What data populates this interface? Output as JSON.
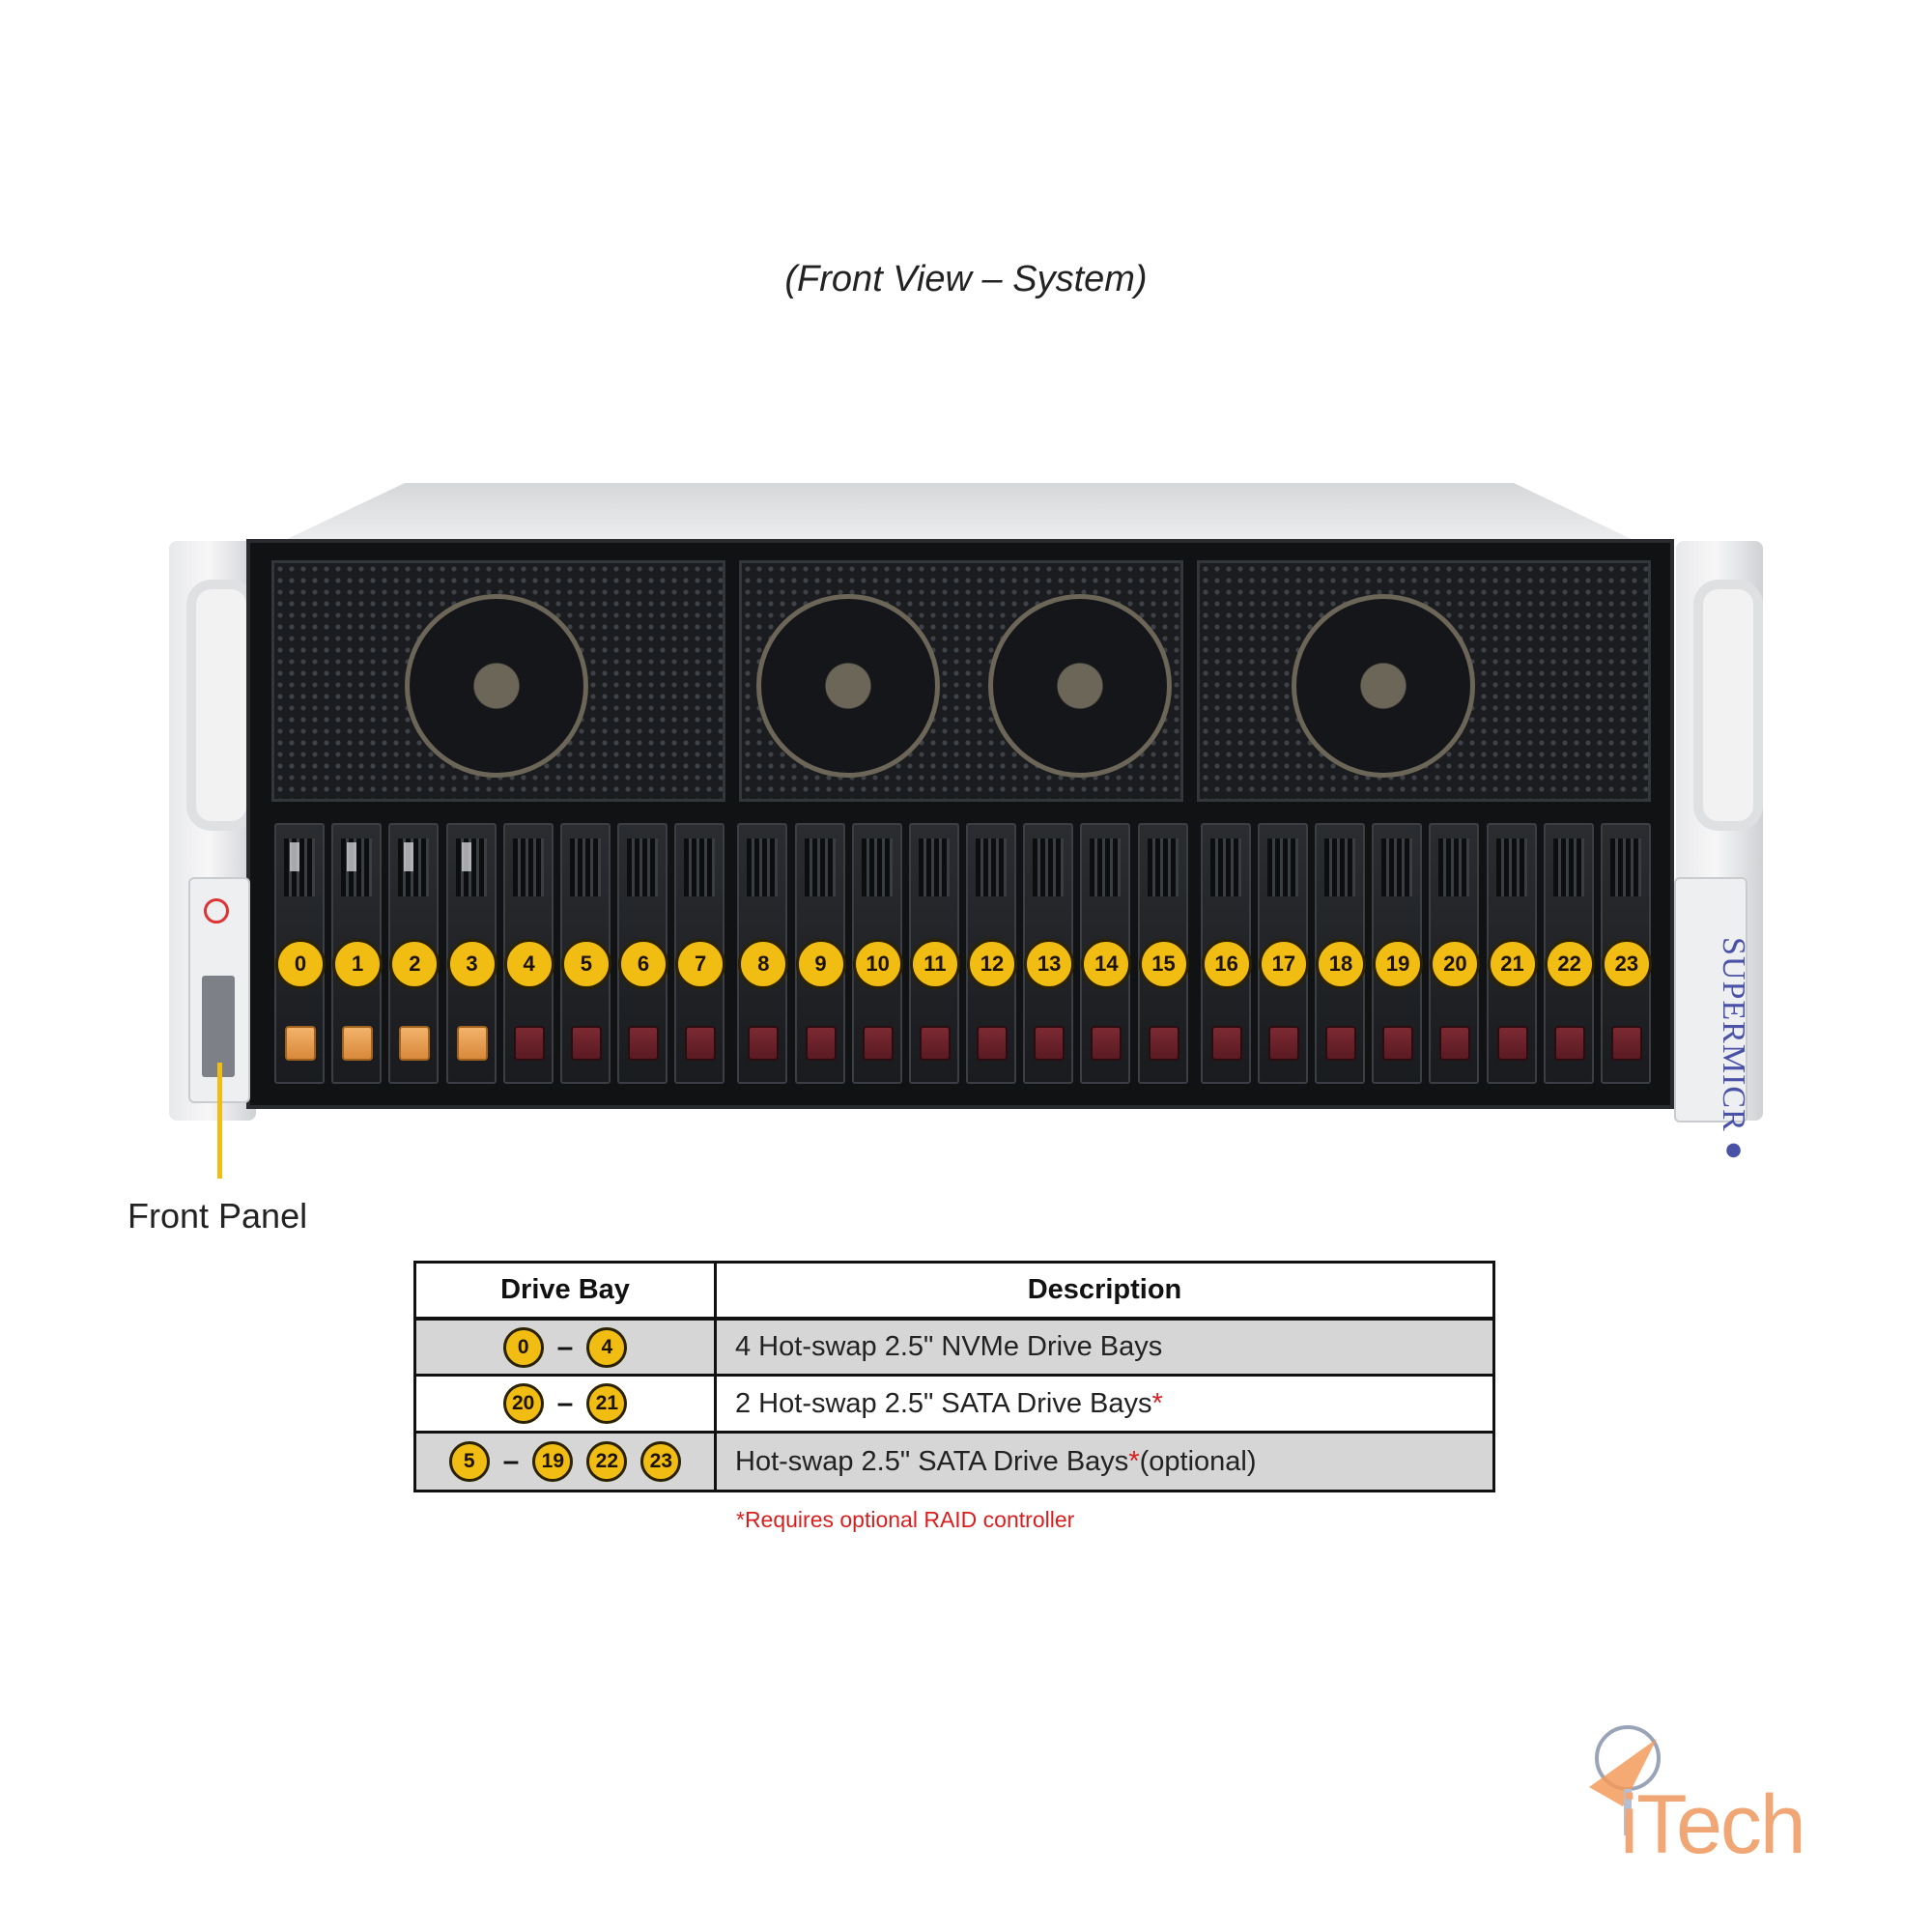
{
  "caption": "(Front View – System)",
  "front_panel_label": "Front Panel",
  "brand": "SUPERMICR●",
  "drive_bays": {
    "numbers": [
      "0",
      "1",
      "2",
      "3",
      "4",
      "5",
      "6",
      "7",
      "8",
      "9",
      "10",
      "11",
      "12",
      "13",
      "14",
      "15",
      "16",
      "17",
      "18",
      "19",
      "20",
      "21",
      "22",
      "23"
    ],
    "nvme_count": 4
  },
  "table": {
    "headers": {
      "bay": "Drive Bay",
      "description": "Description"
    },
    "rows": [
      {
        "bays": [
          "0",
          "4"
        ],
        "range": true,
        "description": "4 Hot-swap 2.5\" NVMe Drive Bays",
        "asterisk": "",
        "suffix": ""
      },
      {
        "bays": [
          "20",
          "21"
        ],
        "range": true,
        "description": "2 Hot-swap 2.5\" SATA Drive Bays",
        "asterisk": "*",
        "suffix": ""
      },
      {
        "bays": [
          "5",
          "19",
          "22",
          "23"
        ],
        "range": true,
        "description": "Hot-swap 2.5\" SATA Drive Bays",
        "asterisk": "*",
        "suffix": " (optional)"
      }
    ]
  },
  "note": "*Requires optional RAID controller",
  "logo": {
    "text": "iTech"
  },
  "colors": {
    "bay_badge": "#f1bd12",
    "nvme_latch": "#e39a4a",
    "sata_latch": "#6a2029",
    "note_red": "#d81f1f"
  }
}
